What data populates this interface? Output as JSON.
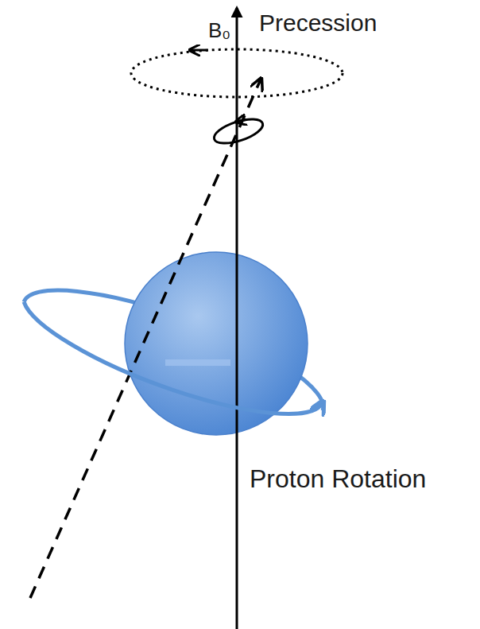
{
  "diagram": {
    "labels": [
      "B₀",
      "Precession",
      "Proton Rotation"
    ]
  }
}
